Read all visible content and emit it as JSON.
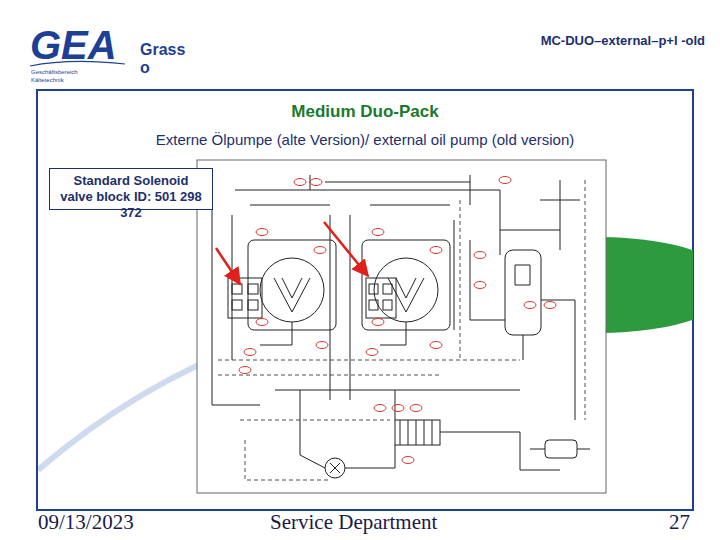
{
  "diagram": {
    "title": "Medium Duo-Pack",
    "nodes": [
      {
        "text": [
          "Standard Solenoid valve block ID: 501 298 372"
        ]
      }
    ],
    "labels": [
      "GEA",
      "Geschäftsbereich Kältetechnik",
      "Grasso",
      "MC-DUO–external–p+l -old",
      "Externe Ölpumpe (alte Version)/ external oil pump (old version)",
      "09/13/2023",
      "Service Department",
      "27"
    ]
  }
}
